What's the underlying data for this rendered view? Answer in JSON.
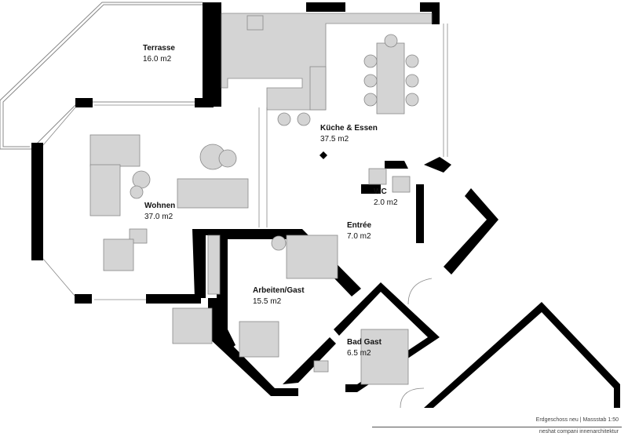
{
  "rooms": [
    {
      "name": "Terrasse",
      "area": "16.0 m2"
    },
    {
      "name": "Küche & Essen",
      "area": "37.5 m2"
    },
    {
      "name": "Wohnen",
      "area": "37.0 m2"
    },
    {
      "name": "WC",
      "area": "2.0 m2"
    },
    {
      "name": "Entrée",
      "area": "7.0 m2"
    },
    {
      "name": "Arbeiten/Gast",
      "area": "15.5 m2"
    },
    {
      "name": "Bad Gast",
      "area": "6.5 m2"
    }
  ],
  "footer": {
    "title": "Erdgeschoss neu  |  Massstab 1:50",
    "credit": "neshat compani innenarchitektur"
  },
  "colors": {
    "wall": "#000000",
    "furniture": "#d4d4d4",
    "line": "#888888"
  }
}
